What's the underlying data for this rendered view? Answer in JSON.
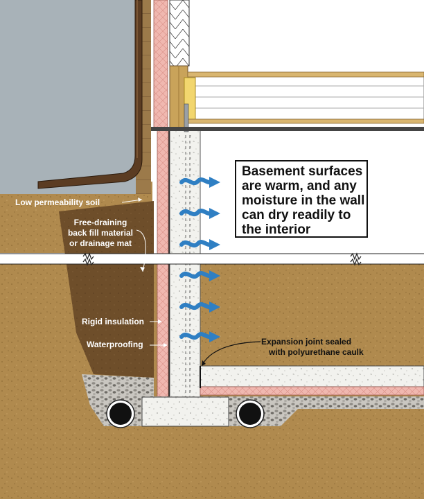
{
  "callout": {
    "lines": [
      "Basement surfaces",
      "are warm, and any",
      "moisture in the wall",
      "can dry readily to",
      "the interior"
    ]
  },
  "labels": {
    "low_perm_soil": "Low permeability soil",
    "free_draining_1": "Free-draining",
    "free_draining_2": "back fill material",
    "free_draining_3": "or drainage mat",
    "rigid_insulation": "Rigid insulation",
    "waterproofing": "Waterproofing",
    "expansion_1": "Expansion joint sealed",
    "expansion_2": "with polyurethane caulk"
  },
  "colors": {
    "soil": "#b08a4e",
    "backfill": "#6e4e2a",
    "concrete": "#f2f2ee",
    "insulation_pink": "#f0b8b0",
    "siding_grey": "#a8b2b8",
    "lumber": "#c9a35a",
    "arrow_blue": "#2f7fc3",
    "gravel": "#9c9a94"
  },
  "icons": [
    "moisture-arrow-icon",
    "drain-pipe-icon",
    "break-line-icon",
    "gravel-icon",
    "downspout-icon"
  ]
}
